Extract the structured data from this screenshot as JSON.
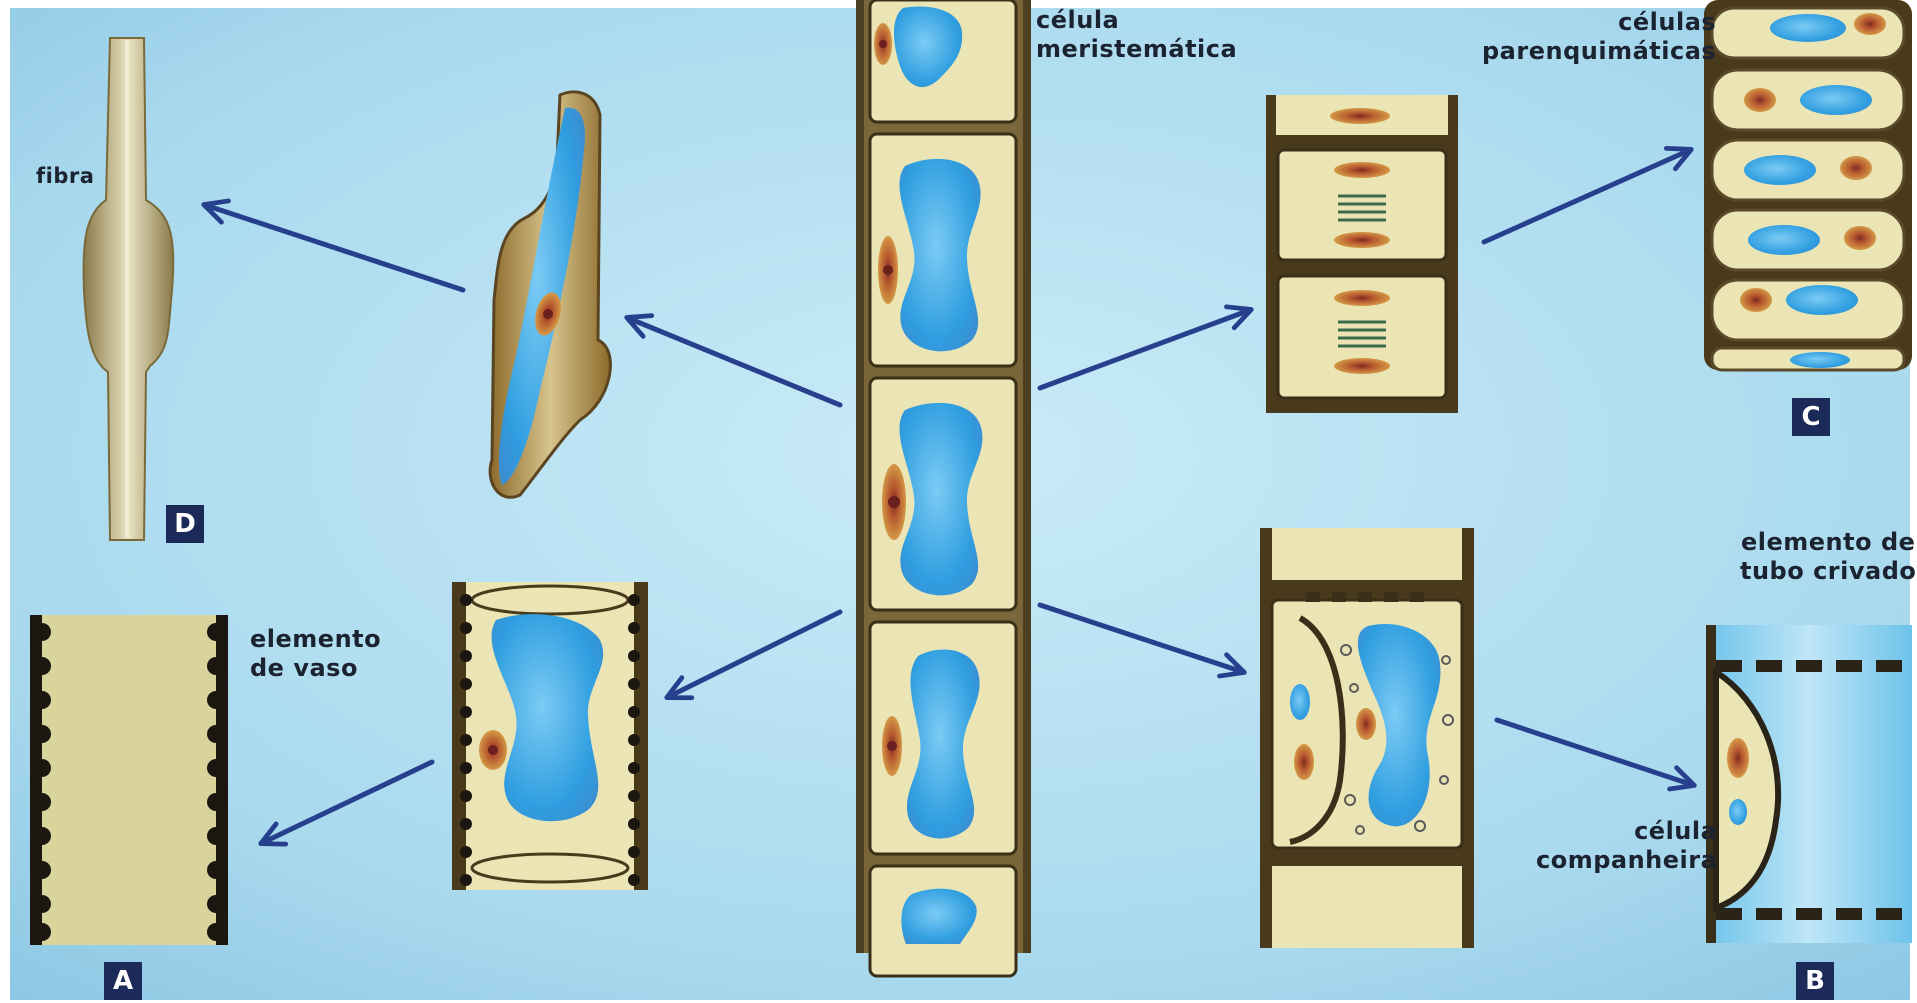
{
  "labels": {
    "meristematic_cell": "célula\nmeristemática",
    "parenchyma_cells": "células\nparenquimáticas",
    "fiber": "fibra",
    "vessel_element": "elemento\nde vaso",
    "sieve_tube_element": "elemento de\ntubo crivado",
    "companion_cell": "célula\ncompanheira"
  },
  "badges": {
    "a": "A",
    "b": "B",
    "c": "C",
    "d": "D"
  },
  "colors": {
    "background": "#a8d8ec",
    "cell_wall": "#5a4a2a",
    "cytoplasm": "#ece6b8",
    "vacuole": "#3aa6e2",
    "nucleus": "#c48a3a",
    "arrow": "#26408e",
    "badge": "#1c2a5a"
  }
}
